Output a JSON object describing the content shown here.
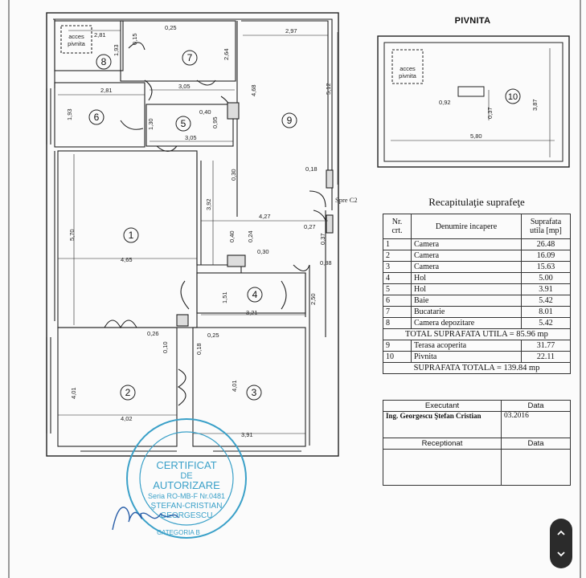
{
  "basement_title": "PIVNITA",
  "basement": {
    "access_label_1": "acces",
    "access_label_2": "pivnita",
    "room_number": "10",
    "dim_width": "5,80",
    "dim_height": "3,87",
    "dim_hole_w": "0,92",
    "dim_hole_h": "0,37"
  },
  "plan": {
    "access_label_1": "acces",
    "access_label_2": "pivnita",
    "spre_c2": "Spre C2",
    "rooms": [
      "1",
      "2",
      "3",
      "4",
      "5",
      "6",
      "7",
      "8",
      "9"
    ],
    "dims": {
      "d281a": "2,81",
      "d193a": "1,93",
      "d015": "0,15",
      "d025a": "0,25",
      "d297": "2,97",
      "d264": "2,64",
      "d468": "4,68",
      "d512": "5,12",
      "d281b": "2,81",
      "d305a": "3,05",
      "d040a": "0,40",
      "d130": "1,30",
      "d193b": "1,93",
      "d305b": "3,05",
      "d095": "0,95",
      "d030a": "0,30",
      "d018a": "0,18",
      "d392": "3,92",
      "d427": "4,27",
      "d027": "0,27",
      "d037": "0,37",
      "d570": "5,70",
      "d465": "4,65",
      "d040b": "0,40",
      "d024": "0,24",
      "d030b": "0,30",
      "d088": "0,88",
      "d151": "1,51",
      "d250": "2,50",
      "d321": "3,21",
      "d026": "0,26",
      "d025b": "0,25",
      "d010": "0,10",
      "d018b": "0,18",
      "d401a": "4,01",
      "d401b": "4,01",
      "d402": "4,02",
      "d391": "3,91"
    }
  },
  "recap": {
    "title": "Recapitulaţie suprafeţe",
    "headers": [
      "Nr. crt.",
      "Denumire incapere",
      "Suprafata utila [mp]"
    ],
    "rows": [
      {
        "nr": "1",
        "name": "Camera",
        "area": "26.48"
      },
      {
        "nr": "2",
        "name": "Camera",
        "area": "16.09"
      },
      {
        "nr": "3",
        "name": "Camera",
        "area": "15.63"
      },
      {
        "nr": "4",
        "name": "Hol",
        "area": "5.00"
      },
      {
        "nr": "5",
        "name": "Hol",
        "area": "3.91"
      },
      {
        "nr": "6",
        "name": "Baie",
        "area": "5.42"
      },
      {
        "nr": "7",
        "name": "Bucatarie",
        "area": "8.01"
      },
      {
        "nr": "8",
        "name": "Camera depozitare",
        "area": "5.42"
      }
    ],
    "total_util": "TOTAL SUPRAFATA UTILA = 85.96 mp",
    "rows2": [
      {
        "nr": "9",
        "name": "Terasa acoperita",
        "area": "31.77"
      },
      {
        "nr": "10",
        "name": "Pivnita",
        "area": "22.11"
      }
    ],
    "total": "SUPRAFATA TOTALA = 139.84 mp",
    "executant_label": "Executant",
    "date_label": "Data",
    "engineer": "Ing. Georgescu Ştefan Cristian",
    "engineer_date": "03.2016",
    "receptionat_label": "Receptionat",
    "date_label_2": "Data"
  },
  "stamp": {
    "line1": "CERTIFICAT",
    "line2": "DE",
    "line3": "AUTORIZARE",
    "line4": "Seria RO-MB-F Nr.0481",
    "line5": "ŞTEFAN-CRISTIAN",
    "line6": "GEORGESCU",
    "line7": "CATEGORIA B",
    "color": "#3aa0c8"
  }
}
